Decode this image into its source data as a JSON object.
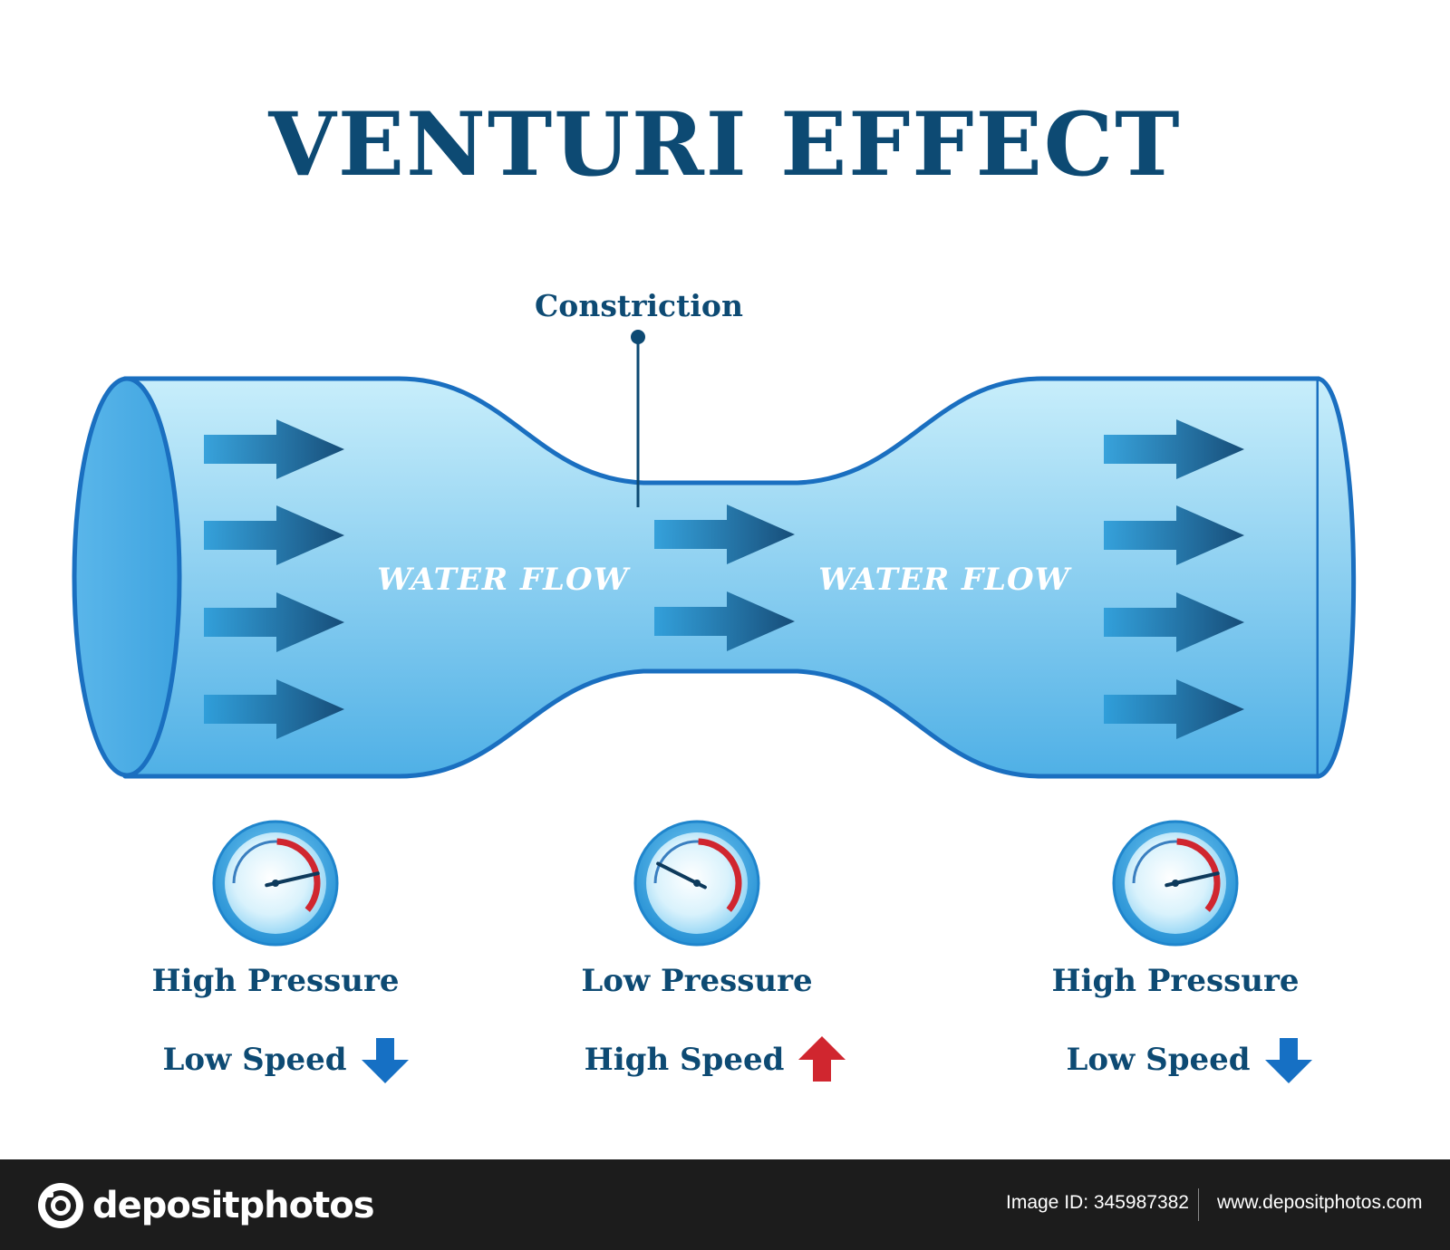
{
  "title": "Venturi effect",
  "callout": {
    "label": "Constriction"
  },
  "flow_labels": [
    "WATER FLOW",
    "WATER FLOW"
  ],
  "gauges": [
    {
      "pressure": "High Pressure",
      "speed": "Low Speed",
      "speed_direction": "down",
      "arrow_color": "#1670c4",
      "needle_level": 0.85
    },
    {
      "pressure": "Low Pressure",
      "speed": "High Speed",
      "speed_direction": "up",
      "arrow_color": "#d0262f",
      "needle_level": 0.1
    },
    {
      "pressure": "High Pressure",
      "speed": "Low Speed",
      "speed_direction": "down",
      "arrow_color": "#1670c4",
      "needle_level": 0.85
    }
  ],
  "footer": {
    "brand": "depositphotos",
    "image_id": "Image ID: 345987382",
    "url": "www.depositphotos.com"
  },
  "colors": {
    "title": "#0d4a73",
    "pipe_outline": "#1a6fc0",
    "pipe_light": "#c8eefb",
    "pipe_dark": "#4fb0e6",
    "flow_arrow": "#1b5f8e",
    "gauge_red": "#d0262f",
    "footer_bg": "#1c1c1c"
  }
}
